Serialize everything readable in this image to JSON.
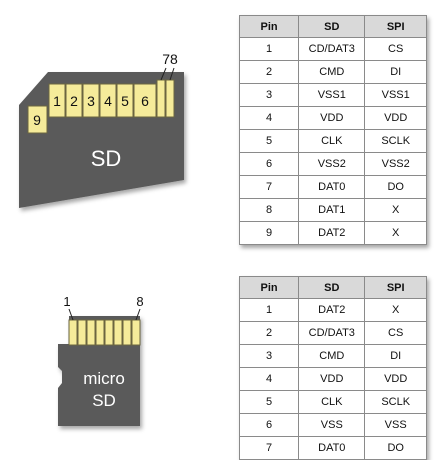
{
  "sd_card": {
    "label": "SD",
    "pin_numbers": [
      "1",
      "2",
      "3",
      "4",
      "5",
      "6",
      "7",
      "8",
      "9"
    ],
    "callout": "78"
  },
  "micro_card": {
    "label_line1": "micro",
    "label_line2": "SD",
    "first_pin_label": "1",
    "last_pin_label": "8"
  },
  "sd_table": {
    "headers": [
      "Pin",
      "SD",
      "SPI"
    ],
    "rows": [
      [
        "1",
        "CD/DAT3",
        "CS"
      ],
      [
        "2",
        "CMD",
        "DI"
      ],
      [
        "3",
        "VSS1",
        "VSS1"
      ],
      [
        "4",
        "VDD",
        "VDD"
      ],
      [
        "5",
        "CLK",
        "SCLK"
      ],
      [
        "6",
        "VSS2",
        "VSS2"
      ],
      [
        "7",
        "DAT0",
        "DO"
      ],
      [
        "8",
        "DAT1",
        "X"
      ],
      [
        "9",
        "DAT2",
        "X"
      ]
    ]
  },
  "micro_table": {
    "headers": [
      "Pin",
      "SD",
      "SPI"
    ],
    "rows": [
      [
        "1",
        "DAT2",
        "X"
      ],
      [
        "2",
        "CD/DAT3",
        "CS"
      ],
      [
        "3",
        "CMD",
        "DI"
      ],
      [
        "4",
        "VDD",
        "VDD"
      ],
      [
        "5",
        "CLK",
        "SCLK"
      ],
      [
        "6",
        "VSS",
        "VSS"
      ],
      [
        "7",
        "DAT0",
        "DO"
      ]
    ]
  },
  "colors": {
    "card_body": "#5a5a5a",
    "pin_fill": "#f5eb9a",
    "pin_stroke": "#6b6540",
    "header_bg": "#d9d9d9"
  }
}
